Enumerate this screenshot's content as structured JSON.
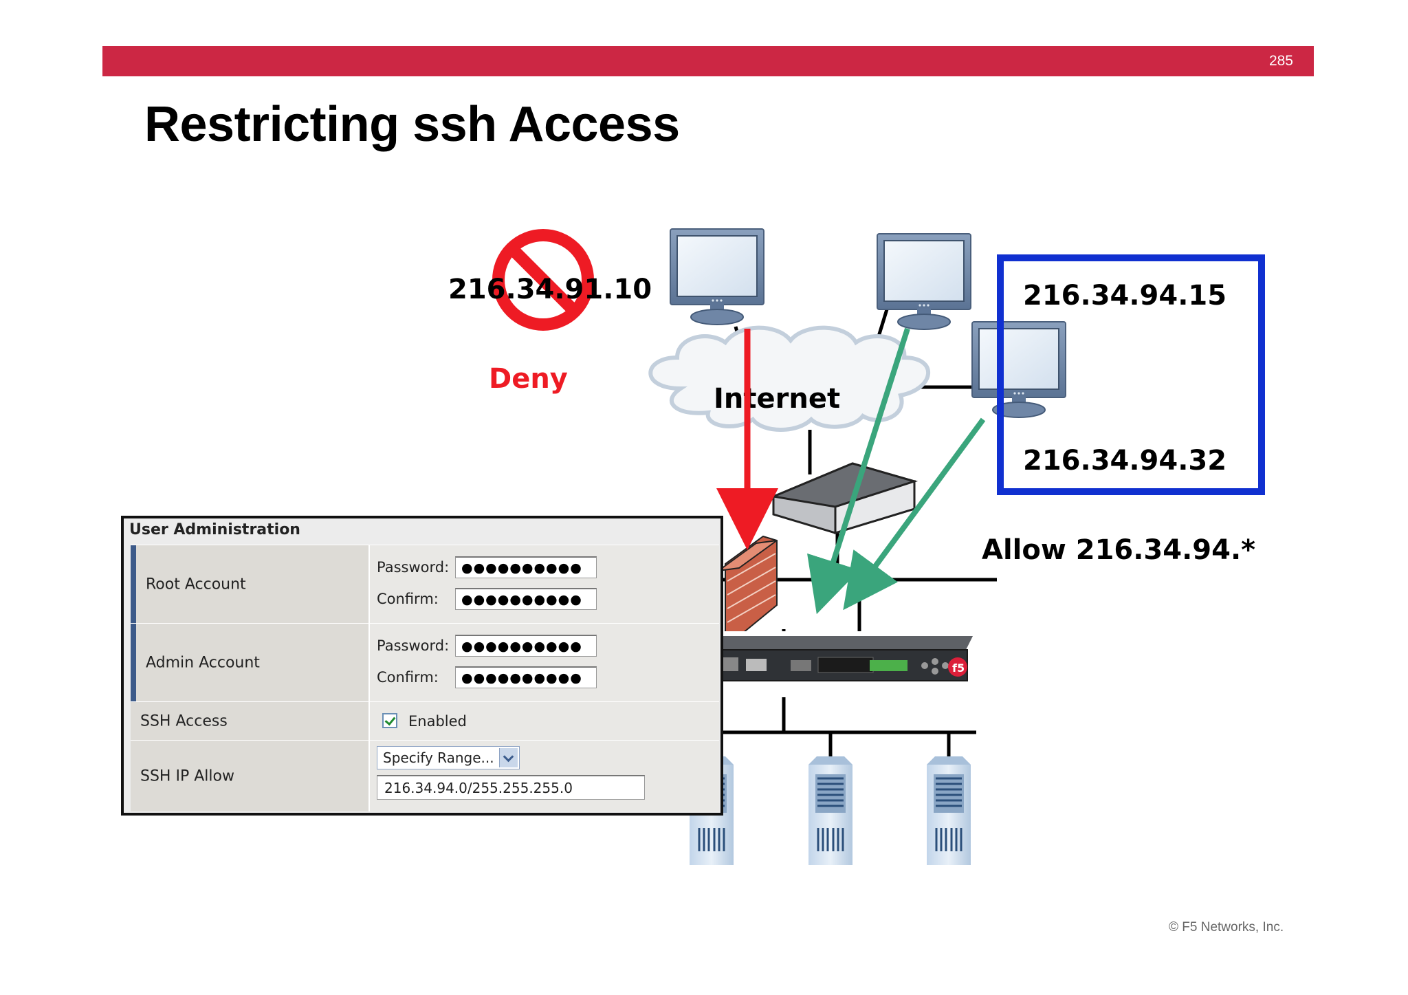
{
  "slide": {
    "page_number": "285",
    "title": "Restricting ssh Access",
    "footer": "© F5 Networks, Inc."
  },
  "diagram": {
    "denied_ip": "216.34.91.10",
    "deny_label": "Deny",
    "cloud_label": "Internet",
    "allowed_ip_1": "216.34.94.15",
    "allowed_ip_2": "216.34.94.32",
    "allow_label": "Allow 216.34.94.*",
    "colors": {
      "deny": "#ee1b24",
      "allow": "#3aa57c",
      "allowed_box": "#1030d0",
      "accent_bar": "#cc2744"
    }
  },
  "user_admin": {
    "heading": "User Administration",
    "root_account": {
      "label": "Root Account",
      "password_label": "Password:",
      "password_value": "●●●●●●●●●●",
      "confirm_label": "Confirm:",
      "confirm_value": "●●●●●●●●●●"
    },
    "admin_account": {
      "label": "Admin Account",
      "password_label": "Password:",
      "password_value": "●●●●●●●●●●",
      "confirm_label": "Confirm:",
      "confirm_value": "●●●●●●●●●●"
    },
    "ssh_access": {
      "label": "SSH Access",
      "checkbox_label": "Enabled",
      "checked": true
    },
    "ssh_ip_allow": {
      "label": "SSH IP Allow",
      "select_value": "Specify Range...",
      "range_value": "216.34.94.0/255.255.255.0"
    }
  }
}
